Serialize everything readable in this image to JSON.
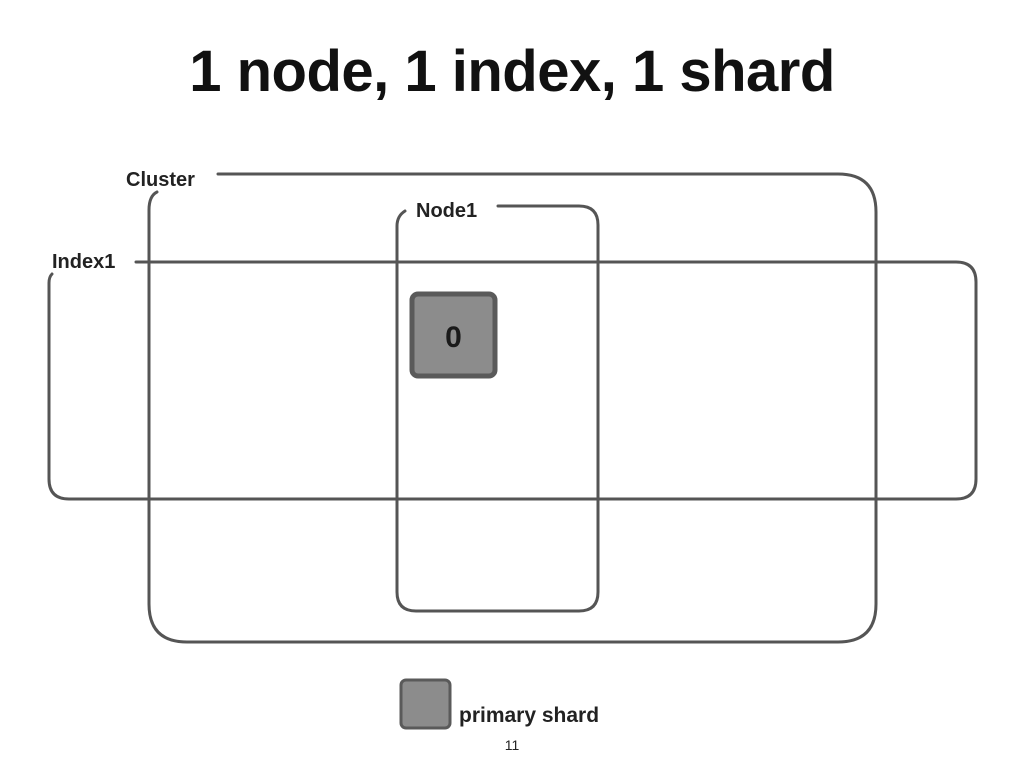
{
  "title": "1 node, 1 index, 1 shard",
  "labels": {
    "cluster": "Cluster",
    "node": "Node1",
    "index": "Index1"
  },
  "shards": [
    {
      "number": "0",
      "type": "primary"
    }
  ],
  "legend": {
    "primary_label": "primary shard"
  },
  "page_number": "11",
  "colors": {
    "line": "#555555",
    "primary_fill": "#8c8c8c",
    "primary_border": "#5a5a5a"
  }
}
